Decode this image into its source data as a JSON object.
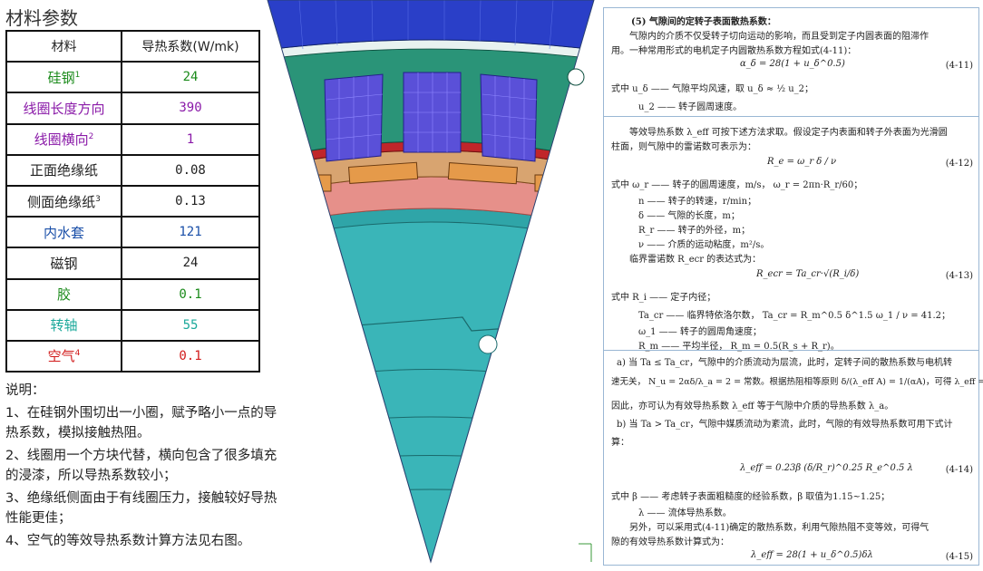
{
  "title": "材料参数",
  "table": {
    "headers": [
      "材料",
      "导热系数(W/mk)"
    ],
    "rows": [
      {
        "name": "硅钢",
        "sup": "1",
        "value": "24",
        "color": "#1a8a1a"
      },
      {
        "name": "线圈长度方向",
        "sup": "",
        "value": "390",
        "color": "#8a1aa8"
      },
      {
        "name": "线圈横向",
        "sup": "2",
        "value": "1",
        "color": "#8a1aa8"
      },
      {
        "name": "正面绝缘纸",
        "sup": "",
        "value": "0.08",
        "color": "#222222"
      },
      {
        "name": "侧面绝缘纸",
        "sup": "3",
        "value": "0.13",
        "color": "#222222"
      },
      {
        "name": "内水套",
        "sup": "",
        "value": "121",
        "color": "#1a4fa8"
      },
      {
        "name": "磁钢",
        "sup": "",
        "value": "24",
        "color": "#222222"
      },
      {
        "name": "胶",
        "sup": "",
        "value": "0.1",
        "color": "#1a8a1a"
      },
      {
        "name": "转轴",
        "sup": "",
        "value": "55",
        "color": "#1aa89a"
      },
      {
        "name": "空气",
        "sup": "4",
        "value": "0.1",
        "color": "#d11a1a"
      }
    ]
  },
  "notes": {
    "heading": "说明：",
    "items": [
      "1、在硅钢外围切出一小圈，赋予略小一点的导热系数，模拟接触热阻。",
      "2、线圈用一个方块代替，横向包含了很多填充的浸漆，所以导热系数较小；",
      "3、绝缘纸侧面由于有线圈压力，接触较好导热性能更佳；",
      "4、空气的等效导热系数计算方法见右图。"
    ]
  },
  "doc": {
    "s1": {
      "heading": "(5) 气隙间的定转子表面散热系数：",
      "p1": "气隙内的介质不仅受转子切向运动的影响，而且受到定子内圆表面的阻滞作",
      "p2": "用。一种常用形式的电机定子内圆散热系数方程如式(4-11)：",
      "f1": "α_δ = 28(1 + u_δ^0.5)",
      "n1": "(4-11)",
      "w1": "式中  u_δ —— 气隙平均风速，取 u_δ ≈ ½ u_2；",
      "w2": "u_2 —— 转子圆周速度。"
    },
    "s2": {
      "p1": "等效导热系数 λ_eff 可按下述方法求取。假设定子内表面和转子外表面为光滑圆",
      "p2": "柱面，则气隙中的雷诺数可表示为：",
      "f1": "R_e = ω_r δ / ν",
      "n1": "(4-12)",
      "w1": "式中  ω_r —— 转子的圆周速度，m/s，  ω_r = 2πn·R_r/60；",
      "w2": "n —— 转子的转速，r/min；",
      "w3": "δ —— 气隙的长度，m；",
      "w4": "R_r —— 转子的外径，m；",
      "w5": "ν —— 介质的运动粘度，m²/s。",
      "p3": "临界雷诺数 R_ecr 的表达式为：",
      "f2": "R_ecr = Ta_cr·√(R_i/δ)",
      "n2": "(4-13)",
      "w6": "式中  R_i —— 定子内径；",
      "w7": "Ta_cr —— 临界特依洛尔数，  Ta_cr = R_m^0.5 δ^1.5 ω_1 / ν = 41.2；",
      "w8": "ω_1 —— 转子的圆周角速度；",
      "w9": "R_m —— 平均半径，  R_m = 0.5(R_s + R_r)。"
    },
    "s3": {
      "p1": "a) 当 Ta ≤ Ta_cr，气隙中的介质流动为层流，此时，定转子间的散热系数与电机转",
      "p2": "速无关，  N_u = 2αδ/λ_a = 2 = 常数。根据热阻相等原则 δ/(λ_eff A) = 1/(αA)，可得 λ_eff = αδ 。",
      "p3": "因此，亦可认为有效导热系数 λ_eff 等于气隙中介质的导热系数 λ_a。",
      "p4": "b) 当 Ta > Ta_cr，气隙中媒质流动为紊流，此时，气隙的有效导热系数可用下式计",
      "p5": "算：",
      "f1": "λ_eff = 0.23β (δ/R_r)^0.25 R_e^0.5 λ",
      "n1": "(4-14)",
      "w1": "式中  β —— 考虑转子表面粗糙度的经验系数，β 取值为1.15~1.25；",
      "w2": "λ —— 流体导热系数。",
      "p6": "另外，可以采用式(4-11)确定的散热系数，利用气隙热阻不变等效，可得气",
      "p7": "隙的有效导热系数计算式为：",
      "f2": "λ_eff = 28(1 + u_δ^0.5)δλ",
      "n2": "(4-15)"
    }
  },
  "colors": {
    "housing_blue": "#2a3fc8",
    "silicon_steel_green": "#2a9478",
    "coil_purple": "#5a50d8",
    "insulation_red": "#c0262a",
    "magnet_orange": "#e59a4a",
    "rotor_pink": "#e6908a",
    "shaft_cyan": "#3ab5b8"
  }
}
